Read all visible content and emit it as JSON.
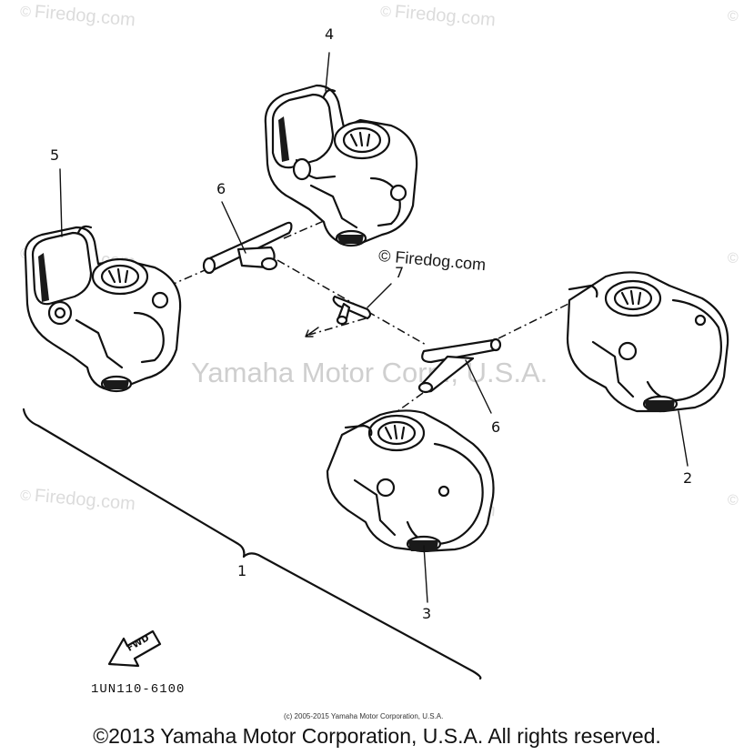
{
  "watermarks": {
    "symbol": "©",
    "site": "Firedog.com",
    "mid_label": "© Firedog.com",
    "brand": "Yamaha Motor Corp., U.S.A."
  },
  "callouts": {
    "c1": "1",
    "c2": "2",
    "c3": "3",
    "c4": "4",
    "c5": "5",
    "c6a": "6",
    "c6b": "6",
    "c7": "7"
  },
  "direction_label": "FWD",
  "part_code": "1UN110-6100",
  "small_copyright": "(c) 2005-2015 Yamaha Motor Corporation, U.S.A.",
  "footer": "©2013 Yamaha Motor Corporation, U.S.A. All rights reserved."
}
